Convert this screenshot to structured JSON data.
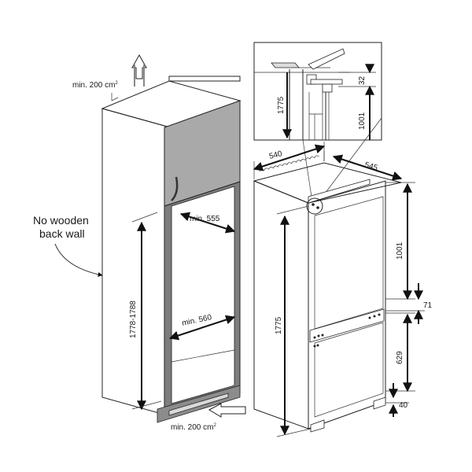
{
  "cabinet": {
    "top_vent_label": "min. 200 cm",
    "top_vent_sup": "2",
    "bottom_vent_label": "min. 200 cm",
    "bottom_vent_sup": "2",
    "note_line1": "No wooden",
    "note_line2": "back wall",
    "dim_height": "1778-1788",
    "dim_depth": "min. 555",
    "dim_width": "min. 560"
  },
  "fridge": {
    "dim_width": "540",
    "dim_depth": "545",
    "dim_height": "1775",
    "dim_upper": "1001",
    "dim_gap": "71",
    "dim_lower": "629",
    "dim_bottom": "40"
  },
  "detail": {
    "dim_height": "1775",
    "dim_top": "32",
    "dim_upper": "1001"
  },
  "colors": {
    "cabinet_door": "#a9a9a9",
    "cabinet_frame": "#7d7d7d",
    "outline": "#222222"
  }
}
